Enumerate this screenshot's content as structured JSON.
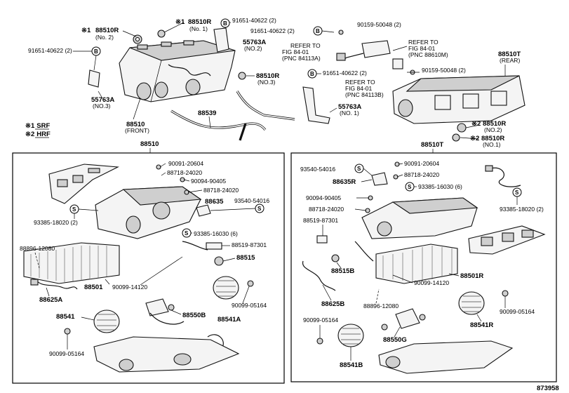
{
  "top": {
    "labels": {
      "l1_code": "88510R",
      "l1_note": "(No. 2)",
      "l2_code": "88510R",
      "l2_note": "(No. 1)",
      "b1": "91651-40622 (2)",
      "b2": "91651-40622 (2)",
      "b3": "90159-50048 (2)",
      "left_b": "91651-40622 (2)",
      "l55763a_2": "55763A",
      "l55763a_2n": "(NO.2)",
      "ref1_a": "REFER TO",
      "ref1_b": "FIG 84-01",
      "ref1_c": "(PNC 84113A)",
      "ref2_a": "REFER TO",
      "ref2_b": "FIG 84-01",
      "ref2_c": "(PNC 88610M)",
      "ref3_a": "REFER TO",
      "ref3_b": "FIG 84-01",
      "ref3_c": "(PNC 84113B)",
      "b4": "91651-40622 (2)",
      "b5": "90159-50048 (2)",
      "t88510t": "88510T",
      "t_rear": "(REAR)",
      "l88510r_3": "88510R",
      "l88510r_3n": "(NO.3)",
      "l55763a_3": "55763A",
      "l55763a_3n": "(NO.3)",
      "l88510": "88510",
      "l_front": "(FRONT)",
      "l88539": "88539",
      "l55763a_1": "55763A",
      "l55763a_1n": "(NO. 1)",
      "r2_code": "88510R",
      "r2_note": "(NO.2)",
      "r1_code": "88510R",
      "r1_note": "(NO.1)"
    },
    "legend": {
      "srf": "SRF",
      "hrf": "HRF"
    }
  },
  "left_box": {
    "title": "88510",
    "labels": [
      "90091-20604",
      "88718-24020",
      "90094-90405",
      "88718-24020",
      "88635",
      "93540-54016",
      "93385-18020 (2)",
      "93385-16030 (6)",
      "88519-87301",
      "88896-12080",
      "88515",
      "88501",
      "90099-14120",
      "88625A",
      "90099-05164",
      "88541",
      "88550B",
      "88541A",
      "90099-05164"
    ]
  },
  "right_box": {
    "title": "88510T",
    "labels": [
      "90091-20604",
      "93540-54016",
      "88718-24020",
      "88635R",
      "93385-16030 (6)",
      "90094-90405",
      "88718-24020",
      "93385-18020 (2)",
      "88519-87301",
      "88515B",
      "88501R",
      "90099-14120",
      "88625B",
      "88896-12080",
      "90099-05164",
      "90099-05164",
      "88550G",
      "88541R",
      "88541B"
    ]
  },
  "symbols": {
    "b": "B",
    "s": "S",
    "asterisk": "※",
    "one": "1",
    "two": "2"
  },
  "footer": {
    "figure_no": "873958"
  }
}
